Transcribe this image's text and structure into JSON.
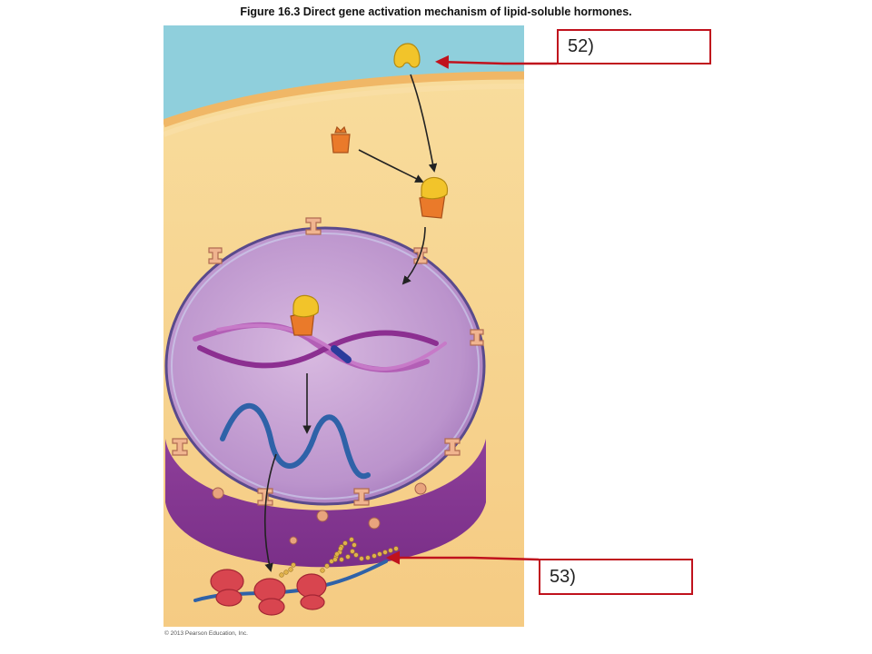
{
  "figure": {
    "title": "Figure 16.3  Direct gene activation mechanism of lipid-soluble hormones.",
    "copyright": "© 2013 Pearson Education, Inc."
  },
  "labels": [
    {
      "id": "52",
      "text": "52)"
    },
    {
      "id": "53",
      "text": "53)"
    }
  ],
  "colors": {
    "extracellular": "#8fcfdc",
    "cytoplasm": "#f6d08b",
    "nucleus": "#b68ac7",
    "hormone": "#f2c42a",
    "receptor": "#ea7a2a",
    "dna": "#9a3d9c",
    "mrna": "#2f62a8",
    "ribosome": "#d8454f",
    "label_border": "#c0121d"
  }
}
